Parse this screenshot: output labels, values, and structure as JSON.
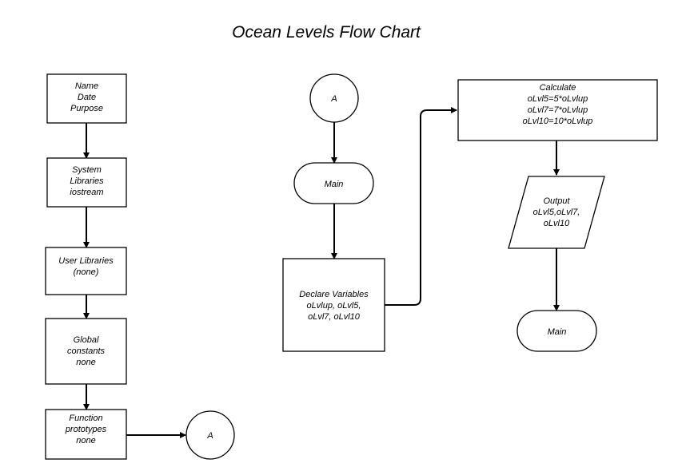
{
  "title": "Ocean Levels Flow Chart",
  "nodes": {
    "header": [
      "Name",
      "Date",
      "Purpose"
    ],
    "system_libraries": [
      "System",
      "Libraries",
      "iostream"
    ],
    "user_libraries": [
      "User Libraries",
      "(none)"
    ],
    "global_constants": [
      "Global",
      "constants",
      "none"
    ],
    "function_prototypes": [
      "Function",
      "prototypes",
      "none"
    ],
    "connector_out": [
      "A"
    ],
    "connector_in": [
      "A"
    ],
    "main_start": [
      "Main"
    ],
    "declare_variables": [
      "Declare Variables",
      "oLvlup, oLvl5,",
      "oLvl7, oLvl10"
    ],
    "calculate": [
      "Calculate",
      "oLvl5=5*oLvlup",
      "oLvl7=7*oLvlup",
      "oLvl10=10*oLvlup"
    ],
    "output": [
      "Output",
      "oLvl5,oLvl7,",
      "oLvl10"
    ],
    "main_end": [
      "Main"
    ]
  }
}
